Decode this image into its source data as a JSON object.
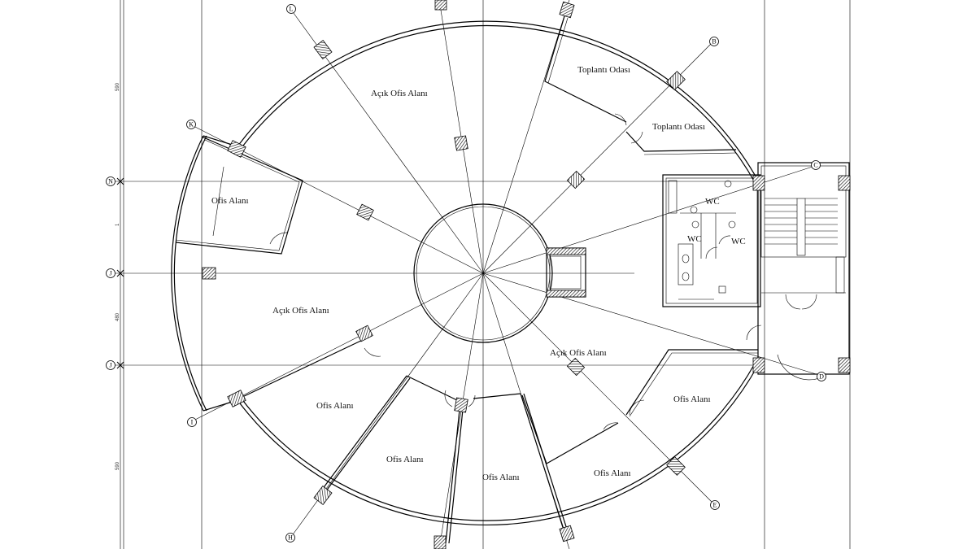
{
  "rooms": {
    "acik_ofis_top": "Açık Ofis Alanı",
    "toplanti_1": "Toplantı Odası",
    "toplanti_2": "Toplantı Odası",
    "ofis_left": "Ofis Alanı",
    "acik_ofis_left": "Açık Ofis Alanı",
    "acik_ofis_right": "Açık Ofis Alanı",
    "ofis_bl": "Ofis Alanı",
    "ofis_b1": "Ofis Alanı",
    "ofis_b2": "Ofis Alanı",
    "ofis_br": "Ofis Alanı",
    "ofis_r": "Ofis Alanı",
    "wc1": "WC",
    "wc2": "WC",
    "wc3": "WC"
  },
  "axes": {
    "a1": "L",
    "a2": "B",
    "a3": "K",
    "a4": "C",
    "a5": "I",
    "a6": "D",
    "a7": "H",
    "a8": "E",
    "r1": "N",
    "r2": "J",
    "r3": "J"
  },
  "dims": {
    "d1": "590",
    "d2": "1",
    "d3": "480",
    "d4": "590"
  }
}
